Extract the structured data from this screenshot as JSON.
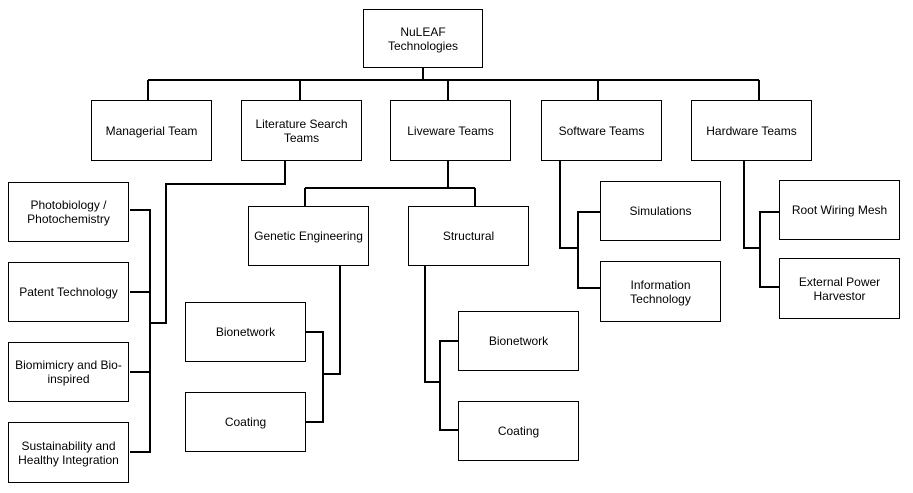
{
  "org_chart": {
    "root": "NuLEAF\nTechnologies",
    "teams": {
      "managerial": "Managerial Team",
      "literature": "Literature Search\nTeams",
      "liveware": "Liveware Teams",
      "software": "Software Teams",
      "hardware": "Hardware Teams"
    },
    "literature_items": [
      "Photobiology /\nPhotochemistry",
      "Patent Technology",
      "Biomimicry and Bio-\ninspired",
      "Sustainability and\nHealthy Integration"
    ],
    "liveware_groups": {
      "genetic": {
        "label": "Genetic Engineering",
        "items": [
          "Bionetwork",
          "Coating"
        ]
      },
      "structural": {
        "label": "Structural",
        "items": [
          "Bionetwork",
          "Coating"
        ]
      }
    },
    "software_items": [
      "Simulations",
      "Information\nTechnology"
    ],
    "hardware_items": [
      "Root Wiring Mesh",
      "External Power\nHarvestor"
    ]
  }
}
